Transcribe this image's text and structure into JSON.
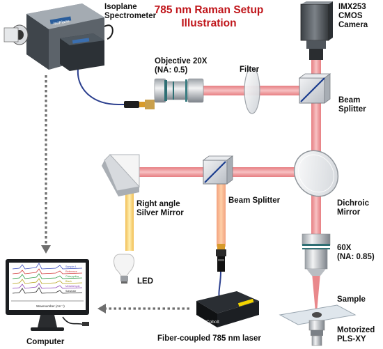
{
  "title": {
    "line1": "785 nm Raman Setup",
    "line2": "Illustration",
    "color": "#c0161b"
  },
  "colors": {
    "beam": "#e9797c",
    "beam_core": "#f3b0b2",
    "led_beam": "#f2c94c",
    "fiber": "#2b3f8e",
    "dotted": "#6e6e6e"
  },
  "labels": {
    "spectrometer": "Isoplane\nSpectrometer",
    "camera": "IMX253\nCMOS\nCamera",
    "objective20": "Objective 20X\n(NA: 0.5)",
    "filter": "Filter",
    "beam_splitter_top": "Beam\nSplitter",
    "beam_splitter_mid": "Beam Splitter",
    "right_angle_mirror": "Right angle\nSilver Mirror",
    "dichroic": "Dichroic\nMirror",
    "led": "LED",
    "objective60": "60X\n(NA: 0.85)",
    "sample": "Sample",
    "stage": "Motorized\nPLS-XY",
    "computer": "Computer",
    "laser": "Fiber-coupled 785 nm laser"
  },
  "device_text": {
    "spectrometer_brand": "IsoPlane",
    "laser_brand": "Cobolt",
    "monitor_xlabel": "Wavenumber (cm⁻¹)",
    "monitor_series": [
      "Sample A",
      "Reference",
      "Chlorpyrifos",
      "Blank",
      "Metaldehyde",
      "Substrate"
    ]
  }
}
